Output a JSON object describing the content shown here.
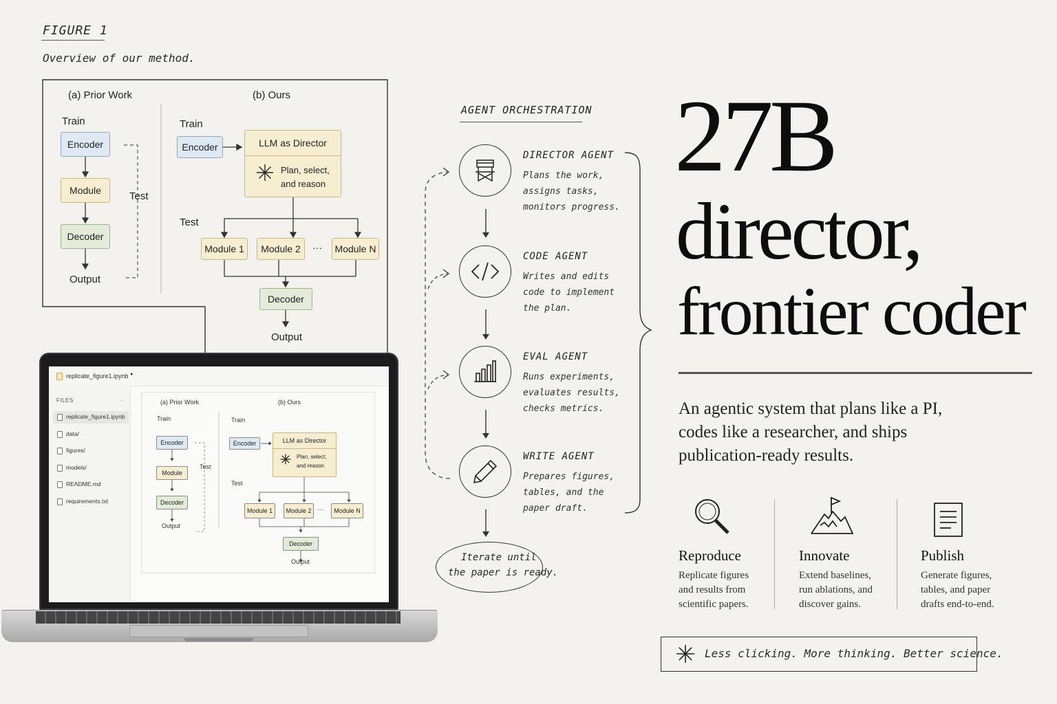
{
  "figure": {
    "label": "FIGURE 1",
    "caption": "Overview of our method."
  },
  "diagram": {
    "prior_work": {
      "title": "(a) Prior Work",
      "train_label": "Train",
      "test_label": "Test",
      "encoder": "Encoder",
      "module": "Module",
      "decoder": "Decoder",
      "output": "Output"
    },
    "ours": {
      "title": "(b) Ours",
      "train_label": "Train",
      "encoder": "Encoder",
      "director_title": "LLM as Director",
      "director_desc_1": "Plan, select,",
      "director_desc_2": "and reason",
      "test_label": "Test",
      "module_1": "Module 1",
      "module_2": "Module 2",
      "ellipsis": "···",
      "module_n": "Module N",
      "decoder": "Decoder",
      "output": "Output"
    }
  },
  "laptop": {
    "tab_title": "replicate_figure1.ipynb",
    "tab_dot": "●",
    "files_header": "FILES",
    "files_arrow": "→",
    "files": [
      "replicate_figure1.ipynb",
      "data/",
      "figures/",
      "models/",
      "README.md",
      "requirements.txt"
    ]
  },
  "orchestration": {
    "title": "AGENT ORCHESTRATION",
    "agents": [
      {
        "name": "DIRECTOR AGENT",
        "desc": [
          "Plans the work,",
          "assigns tasks,",
          "monitors progress."
        ],
        "icon": "director-chair-icon"
      },
      {
        "name": "CODE AGENT",
        "desc": [
          "Writes and edits",
          "code to implement",
          "the plan."
        ],
        "icon": "code-brackets-icon"
      },
      {
        "name": "EVAL AGENT",
        "desc": [
          "Runs experiments,",
          "evaluates results,",
          "checks metrics."
        ],
        "icon": "bar-chart-icon"
      },
      {
        "name": "WRITE AGENT",
        "desc": [
          "Prepares figures,",
          "tables, and the",
          "paper draft."
        ],
        "icon": "pencil-icon"
      }
    ],
    "loop_text_1": "Iterate until",
    "loop_text_2": "the paper is ready."
  },
  "headline": {
    "line1": "27B",
    "line2": "director,",
    "line3": "frontier coder"
  },
  "description": {
    "line1": "An agentic system that plans like a PI,",
    "line2": "codes like a researcher, and ships",
    "line3": "publication-ready results."
  },
  "features": [
    {
      "title": "Reproduce",
      "desc": [
        "Replicate figures",
        "and results from",
        "scientific papers."
      ],
      "icon": "magnifier-icon"
    },
    {
      "title": "Innovate",
      "desc": [
        "Extend baselines,",
        "run ablations, and",
        "discover gains."
      ],
      "icon": "mountain-flag-icon"
    },
    {
      "title": "Publish",
      "desc": [
        "Generate figures,",
        "tables, and paper",
        "drafts end-to-end."
      ],
      "icon": "document-icon"
    }
  ],
  "tagline": "Less clicking. More thinking. Better science."
}
